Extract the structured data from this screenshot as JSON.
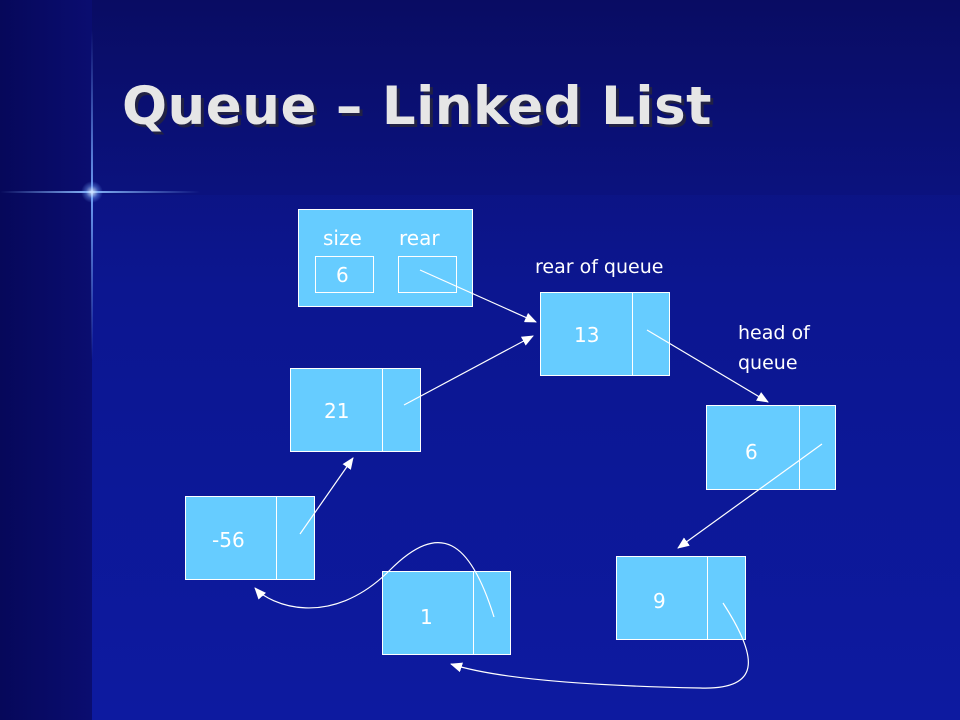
{
  "title": "Queue – Linked List",
  "header": {
    "size_label": "size",
    "rear_label": "rear",
    "size_value": "6"
  },
  "nodes": {
    "n13": "13",
    "n6": "6",
    "n9": "9",
    "n1": "1",
    "n_56": "-56",
    "n21": "21"
  },
  "annotations": {
    "rear_of_queue": "rear of queue",
    "head_line1": "head of",
    "head_line2": "queue"
  },
  "colors": {
    "background": "#0c1690",
    "node_fill": "#66ccff",
    "stroke": "#ffffff"
  }
}
